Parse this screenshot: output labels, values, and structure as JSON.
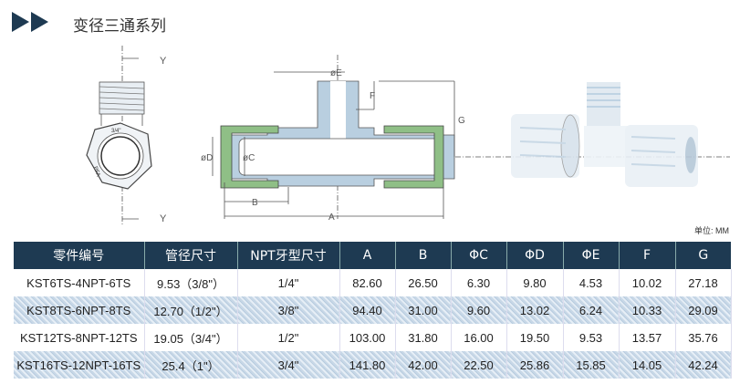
{
  "header": {
    "title": "变径三通系列",
    "icon": "double-play-arrows"
  },
  "drawing_labels": {
    "y_top": "Y",
    "y_bottom": "Y",
    "thread_mark": "3/4\"",
    "brand_mark": "PFA",
    "phi_e": "øE",
    "f": "F",
    "g": "G",
    "phi_d": "øD",
    "phi_c": "øC",
    "b": "B",
    "a": "A"
  },
  "unit_label": "单位: MM",
  "table": {
    "columns": [
      "零件编号",
      "管径尺寸",
      "NPT牙型尺寸",
      "A",
      "B",
      "ΦC",
      "ΦD",
      "ΦE",
      "F",
      "G"
    ],
    "rows": [
      [
        "KST6TS-4NPT-6TS",
        "9.53（3/8\"）",
        "1/4\"",
        "82.60",
        "26.50",
        "6.30",
        "9.80",
        "4.53",
        "10.02",
        "27.18"
      ],
      [
        "KST8TS-6NPT-8TS",
        "12.70（1/2\"）",
        "3/8\"",
        "94.40",
        "31.00",
        "9.60",
        "13.02",
        "6.24",
        "10.33",
        "29.09"
      ],
      [
        "KST12TS-8NPT-12TS",
        "19.05（3/4\"）",
        "1/2\"",
        "103.00",
        "31.80",
        "16.00",
        "19.50",
        "9.53",
        "13.57",
        "35.76"
      ],
      [
        "KST16TS-12NPT-16TS",
        "25.4（1\"）",
        "3/4\"",
        "141.80",
        "42.00",
        "22.50",
        "25.86",
        "15.85",
        "14.05",
        "42.24"
      ]
    ]
  },
  "colors": {
    "header_bg": "#1e3a52",
    "seal_green": "#8fbf86",
    "body_blue": "#b9cfe0"
  }
}
